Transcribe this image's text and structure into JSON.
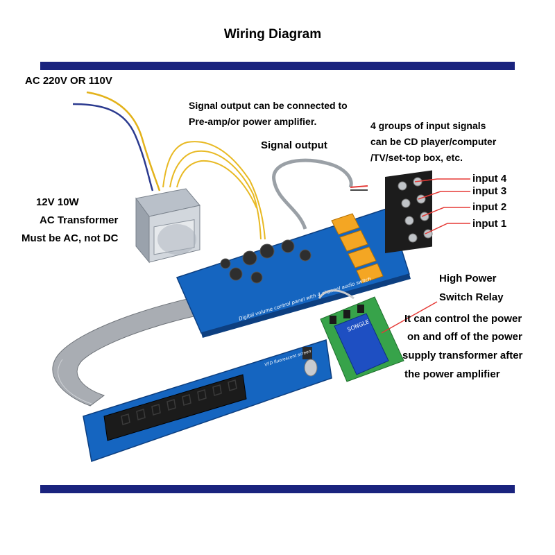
{
  "title": "Wiring Diagram",
  "colors": {
    "bar": "#1a237e",
    "pcb": "#1565c0",
    "relay": "#f4a623",
    "wire_red": "#e53935"
  },
  "labels": {
    "power_input": "AC 220V OR 110V",
    "transformer_line1": "12V 10W",
    "transformer_line2": "AC Transformer",
    "transformer_line3": "Must be AC, not DC",
    "signal_note_line1": "Signal output can be connected to",
    "signal_note_line2": "Pre-amp/or power amplifier.",
    "signal_output": "Signal output",
    "inputs_note_line1": "4 groups of input signals",
    "inputs_note_line2": "can be CD player/computer",
    "inputs_note_line3": "/TV/set-top box, etc.",
    "input4": "input 4",
    "input3": "input 3",
    "input2": "input 2",
    "input1": "input 1",
    "relay_line1": "High Power",
    "relay_line2": "Switch Relay",
    "relay_desc_line1": "It can control the power",
    "relay_desc_line2": "on and off of the power",
    "relay_desc_line3": "supply transformer after",
    "relay_desc_line4": "the power amplifier"
  },
  "board_silkscreen": {
    "main_board": "Digital volume control panel with 4 channel audio switch",
    "display_board": "VFD fluorescent screen",
    "relay_module": "SONGLE"
  }
}
